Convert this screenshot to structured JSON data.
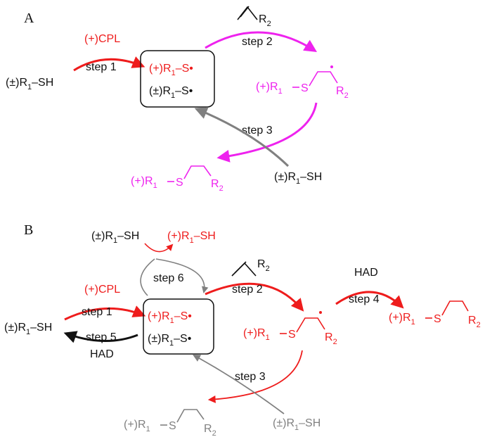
{
  "panel_a": {
    "label": "A",
    "reactant": {
      "pre": "(±)R",
      "sub": "1",
      "post": "–SH"
    },
    "cpl": "(+)CPL",
    "step1": "step 1",
    "box_top": {
      "pre": "(+)R",
      "sub": "1",
      "post": "–S•"
    },
    "box_bottom": {
      "pre": "(±)R",
      "sub": "1",
      "post": "–S•"
    },
    "alkene_sub": {
      "pre": "R",
      "sub": "2"
    },
    "step2": "step 2",
    "radical": {
      "pre": "(+)R",
      "sub": "1",
      "s": "S",
      "r2": "R",
      "r2sub": "2"
    },
    "step3": "step 3",
    "product": {
      "pre": "(+)R",
      "sub": "1",
      "s": "S",
      "r2": "R",
      "r2sub": "2"
    },
    "thiol": {
      "pre": "(±)R",
      "sub": "1",
      "post": "–SH"
    }
  },
  "panel_b": {
    "label": "B",
    "top_left": {
      "pre": "(±)R",
      "sub": "1",
      "post": "–SH"
    },
    "top_right": {
      "pre": "(+)R",
      "sub": "1",
      "post": "–SH"
    },
    "step6": "step 6",
    "reactant": {
      "pre": "(±)R",
      "sub": "1",
      "post": "–SH"
    },
    "cpl": "(+)CPL",
    "step1": "step 1",
    "step5": "step 5",
    "had_left": "HAD",
    "box_top": {
      "pre": "(+)R",
      "sub": "1",
      "post": "–S•"
    },
    "box_bottom": {
      "pre": "(±)R",
      "sub": "1",
      "post": "–S•"
    },
    "alkene_sub": {
      "pre": "R",
      "sub": "2"
    },
    "step2": "step 2",
    "radical": {
      "pre": "(+)R",
      "sub": "1",
      "s": "S",
      "r2": "R",
      "r2sub": "2"
    },
    "had_right": "HAD",
    "step4": "step 4",
    "product": {
      "pre": "(+)R",
      "sub": "1",
      "s": "S",
      "r2": "R",
      "r2sub": "2"
    },
    "step3": "step 3",
    "gray_product": {
      "pre": "(+)R",
      "sub": "1",
      "s": "S",
      "r2": "R",
      "r2sub": "2"
    },
    "gray_thiol": {
      "pre": "(±)R",
      "sub": "1",
      "post": "–SH"
    }
  },
  "colors": {
    "red": "#ee1c1c",
    "magenta": "#ee22ee",
    "gray": "#808080",
    "black": "#111111"
  }
}
